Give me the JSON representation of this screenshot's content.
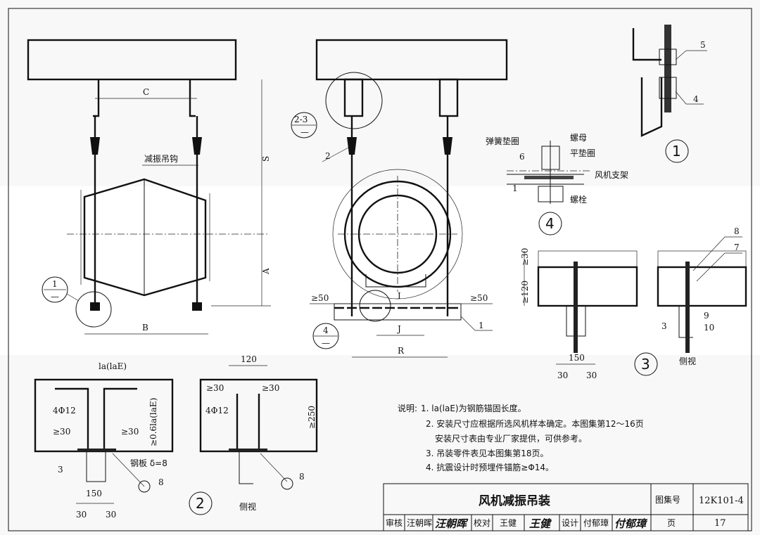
{
  "drawing": {
    "left_view": {
      "dim_c": "C",
      "dim_s": "S",
      "dim_a": "A",
      "dim_b": "B",
      "hanger_label": "减振吊钩",
      "callout_1_top": "1",
      "callout_1_bottom": "—"
    },
    "front_view": {
      "callout_23_top": "2-3",
      "callout_23_bottom": "—",
      "part_2": "2",
      "dim_i": "I",
      "dim_j": "J",
      "dim_r": "R",
      "ge50_left": "≥50",
      "ge50_right": "≥50",
      "part_1": "1",
      "callout_4_top": "4",
      "callout_4_bottom": "—"
    },
    "detail_1": {
      "part_5": "5",
      "part_4": "4",
      "number": "1"
    },
    "detail_4": {
      "spring_washer": "弹簧垫圈",
      "nut": "螺母",
      "part_6": "6",
      "flat_washer": "平垫圈",
      "fan_bracket": "风机支架",
      "part_1": "1",
      "bolt": "螺栓",
      "number": "4"
    },
    "detail_3": {
      "ge30": "≥30",
      "ge120": "≥120",
      "dim_150": "150",
      "dim_30a": "30",
      "dim_30b": "30",
      "part_8": "8",
      "part_7": "7",
      "part_9": "9",
      "part_10": "10",
      "part_3": "3",
      "number": "3",
      "side_view": "侧视"
    },
    "detail_2": {
      "la": "la(laE)",
      "rebar": "4Φ12",
      "ge30a": "≥30",
      "ge30b": "≥30",
      "ge06la": "≥0.6la(laE)",
      "steel_plate": "钢板 δ=8",
      "part_3": "3",
      "weld_8": "8",
      "dim_150": "150",
      "dim_30a": "30",
      "dim_30b": "30",
      "number": "2",
      "side": {
        "dim_120": "120",
        "ge30a": "≥30",
        "ge30b": "≥30",
        "rebar": "4Φ12",
        "ge250": "≥250",
        "weld_8": "8",
        "side_view": "侧视"
      }
    }
  },
  "notes": {
    "heading": "说明:",
    "lines": [
      "1. la(laE)为钢筋锚固长度。",
      "2. 安装尺寸应根据所选风机样本确定。本图集第12～16页",
      "安装尺寸表由专业厂家提供，可供参考。",
      "3. 吊装零件表见本图集第18页。",
      "4. 抗震设计时预埋件锚筋≥Φ14。"
    ]
  },
  "title_block": {
    "title": "风机减振吊装",
    "atlas_label": "图集号",
    "atlas_no": "12K101-4",
    "review_label": "审核",
    "reviewer": "汪朝晖",
    "reviewer_sig": "汪朝晖",
    "check_label": "校对",
    "checker": "王健",
    "checker_sig": "王健",
    "design_label": "设计",
    "designer": "付郁璋",
    "designer_sig": "付郁璋",
    "page_label": "页",
    "page_no": "17"
  }
}
